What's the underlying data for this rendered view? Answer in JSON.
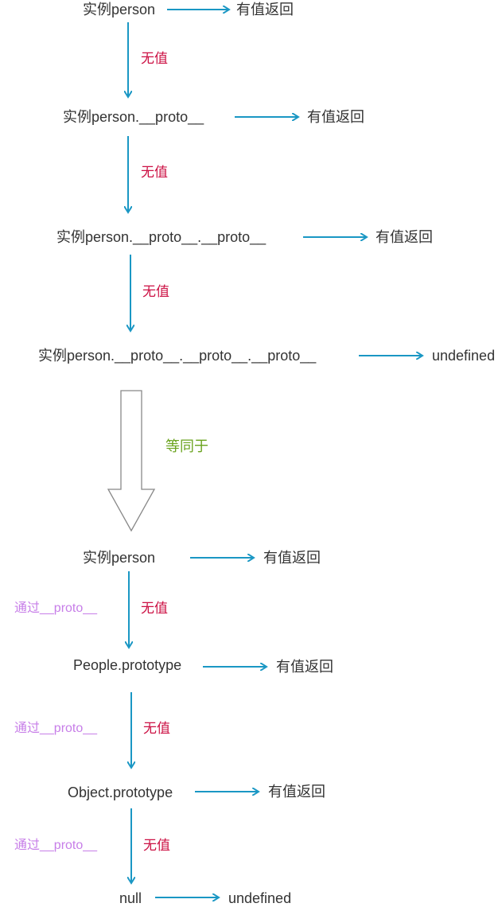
{
  "colors": {
    "arrow": "#1a97c4",
    "text": "#333333",
    "no_value_label": "#cc1144",
    "via_proto_label": "#c77ee8",
    "equivalent_label": "#6aa31e",
    "big_arrow_stroke": "#888888"
  },
  "top_chain": {
    "nodes": [
      {
        "label": "实例person",
        "result": "有值返回"
      },
      {
        "label": "实例person.__proto__",
        "result": "有值返回"
      },
      {
        "label": "实例person.__proto__.__proto__",
        "result": "有值返回"
      },
      {
        "label": "实例person.__proto__.__proto__.__proto__",
        "result": "undefined"
      }
    ],
    "edge_labels": [
      "无值",
      "无值",
      "无值"
    ]
  },
  "equivalence": {
    "label": "等同于"
  },
  "bottom_chain": {
    "nodes": [
      {
        "label": "实例person",
        "result": "有值返回"
      },
      {
        "label": "People.prototype",
        "result": "有值返回"
      },
      {
        "label": "Object.prototype",
        "result": "有值返回"
      },
      {
        "label": "null",
        "result": "undefined"
      }
    ],
    "edge_labels": [
      "无值",
      "无值",
      "无值"
    ],
    "via_labels": [
      "通过__proto__",
      "通过__proto__",
      "通过__proto__"
    ]
  }
}
